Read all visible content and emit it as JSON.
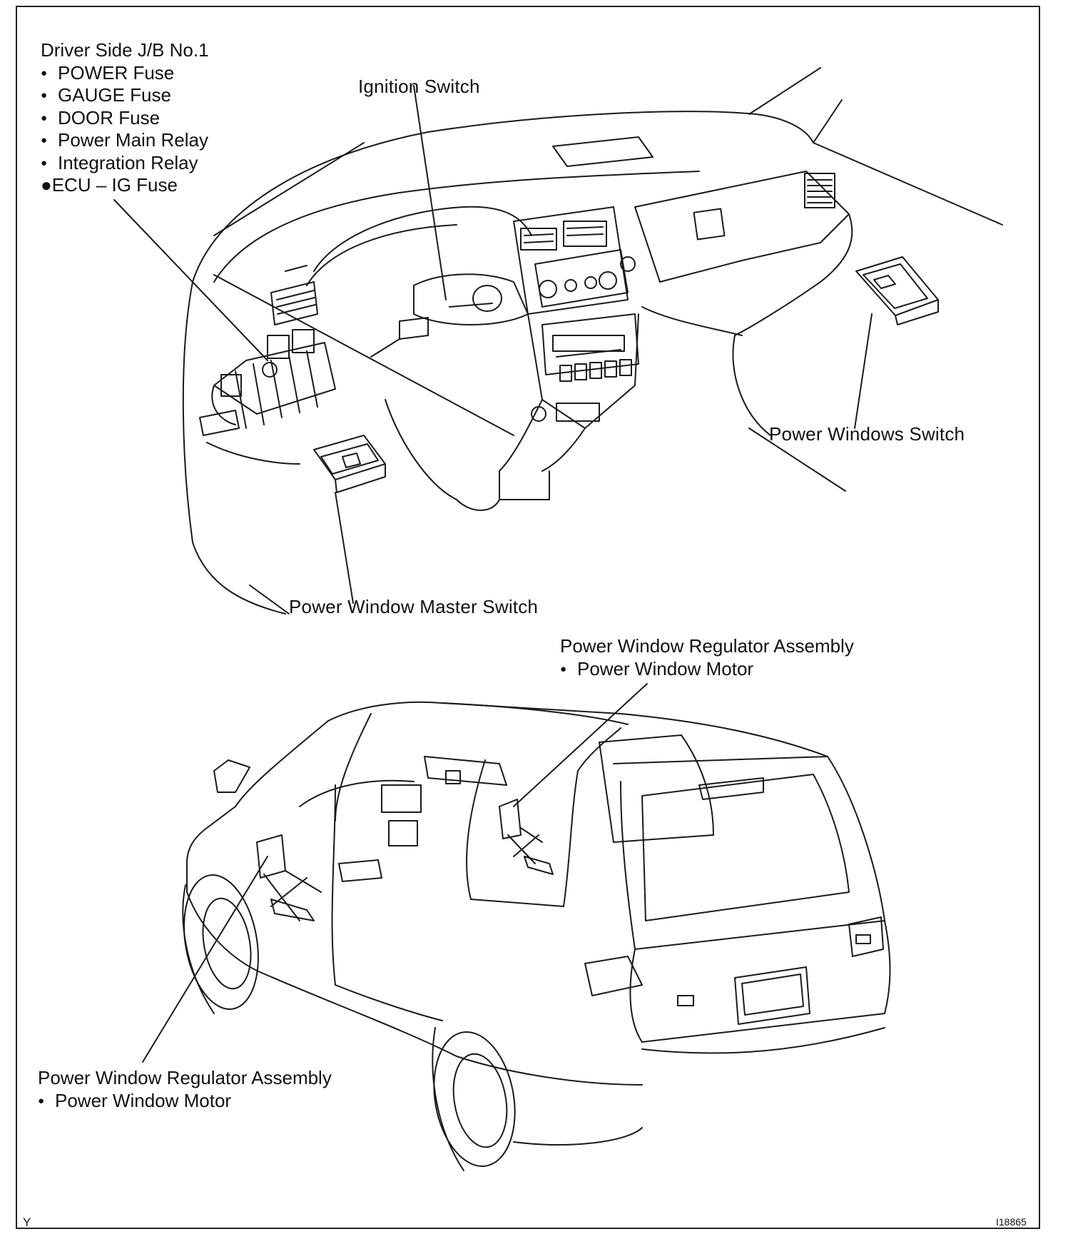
{
  "labels": {
    "driver_jb_title": "Driver Side J/B No.1",
    "driver_jb_items": [
      "POWER Fuse",
      "GAUGE Fuse",
      "DOOR Fuse",
      "Power Main Relay",
      "Integration Relay"
    ],
    "ecu_ig_fuse": "●ECU – IG Fuse",
    "ignition_switch": "Ignition Switch",
    "power_windows_switch": "Power Windows Switch",
    "power_window_master_switch": "Power Window Master Switch",
    "regulator_right_title": "Power Window Regulator Assembly",
    "regulator_right_item": "Power Window Motor",
    "regulator_left_title": "Power Window Regulator Assembly",
    "regulator_left_item": "Power Window Motor"
  },
  "footer": {
    "left_code": "Y",
    "right_code": "I18865"
  }
}
